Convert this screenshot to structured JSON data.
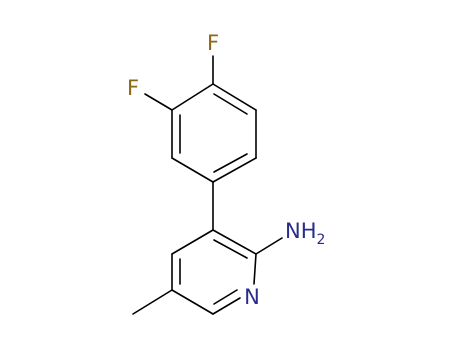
{
  "molecule": {
    "atoms": {
      "fluorine_top": {
        "symbol": "F",
        "color": "#8B6914"
      },
      "fluorine_left": {
        "symbol": "F",
        "color": "#8B6914"
      },
      "amine": {
        "symbol": "NH",
        "subscript": "2",
        "color": "#2B2B8C"
      },
      "ring_nitrogen": {
        "symbol": "N",
        "color": "#2B2B8C"
      }
    }
  }
}
